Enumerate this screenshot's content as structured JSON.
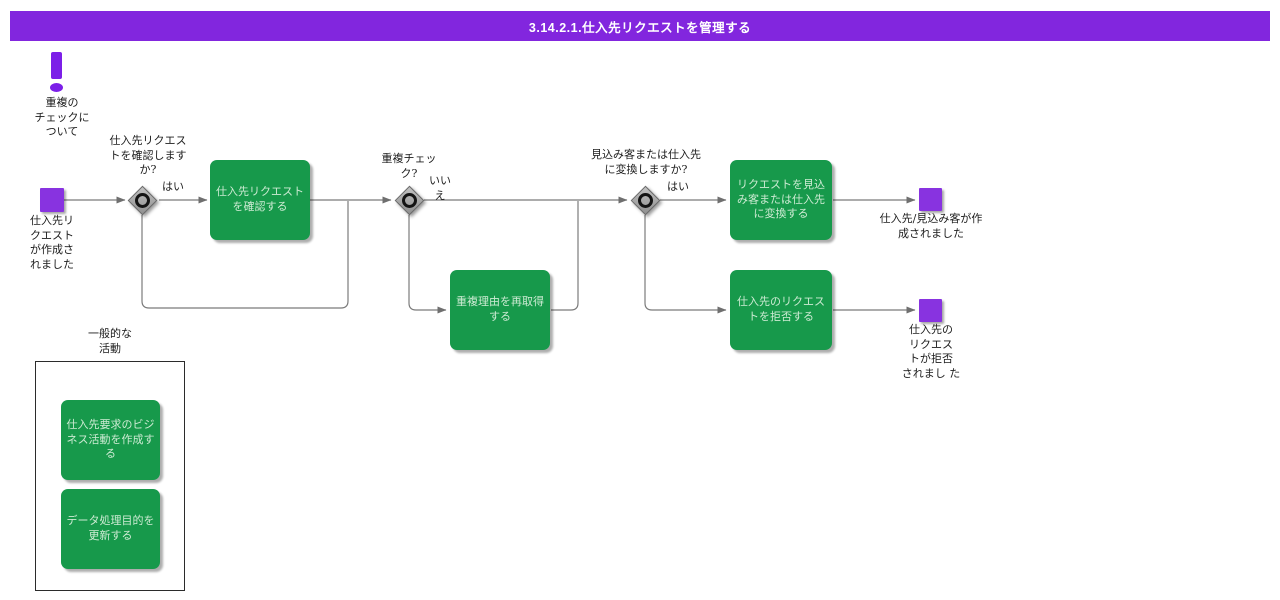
{
  "title": "3.14.2.1.仕入先リクエストを管理する",
  "colors": {
    "purple": "#8226DE",
    "purple_event": "#8833E0",
    "green": "#17994B",
    "green_text": "#CDEBD3",
    "line": "#7b7b7b",
    "label": "#1c1c1c"
  },
  "annotation": {
    "icon": "exclamation-icon",
    "label": "重複の\nチェックに\nついて"
  },
  "events": {
    "start": {
      "label": "仕入先リ\nクエスト\nが作成さ\nれました"
    },
    "end_created": {
      "label": "仕入先/見込み客が作\n成されました"
    },
    "end_rejected": {
      "label": "仕入先の\nリクエス\nトが拒否\nされまし た"
    }
  },
  "gateways": {
    "confirm": {
      "question": "仕入先リクエス\nトを確認します\nか?",
      "yes": "はい"
    },
    "duplicate": {
      "question": "重複チェッ\nク?",
      "no": "いい\nえ"
    },
    "convert": {
      "question": "見込み客または仕入先\nに変換しますか?",
      "yes": "はい"
    }
  },
  "activities": {
    "confirm_request": "仕入先リクエスト\nを確認する",
    "reacquire_reason": "重複理由を再取得\nする",
    "convert_request": "リクエストを見込\nみ客または仕入先\nに変換する",
    "reject_request": "仕入先のリクエス\nトを拒否する"
  },
  "legend": {
    "title": "一般的な\n活動",
    "items": [
      "仕入先要求のビジ\nネス活動を作成す\nる",
      "データ処理目的を\n更新する"
    ]
  }
}
